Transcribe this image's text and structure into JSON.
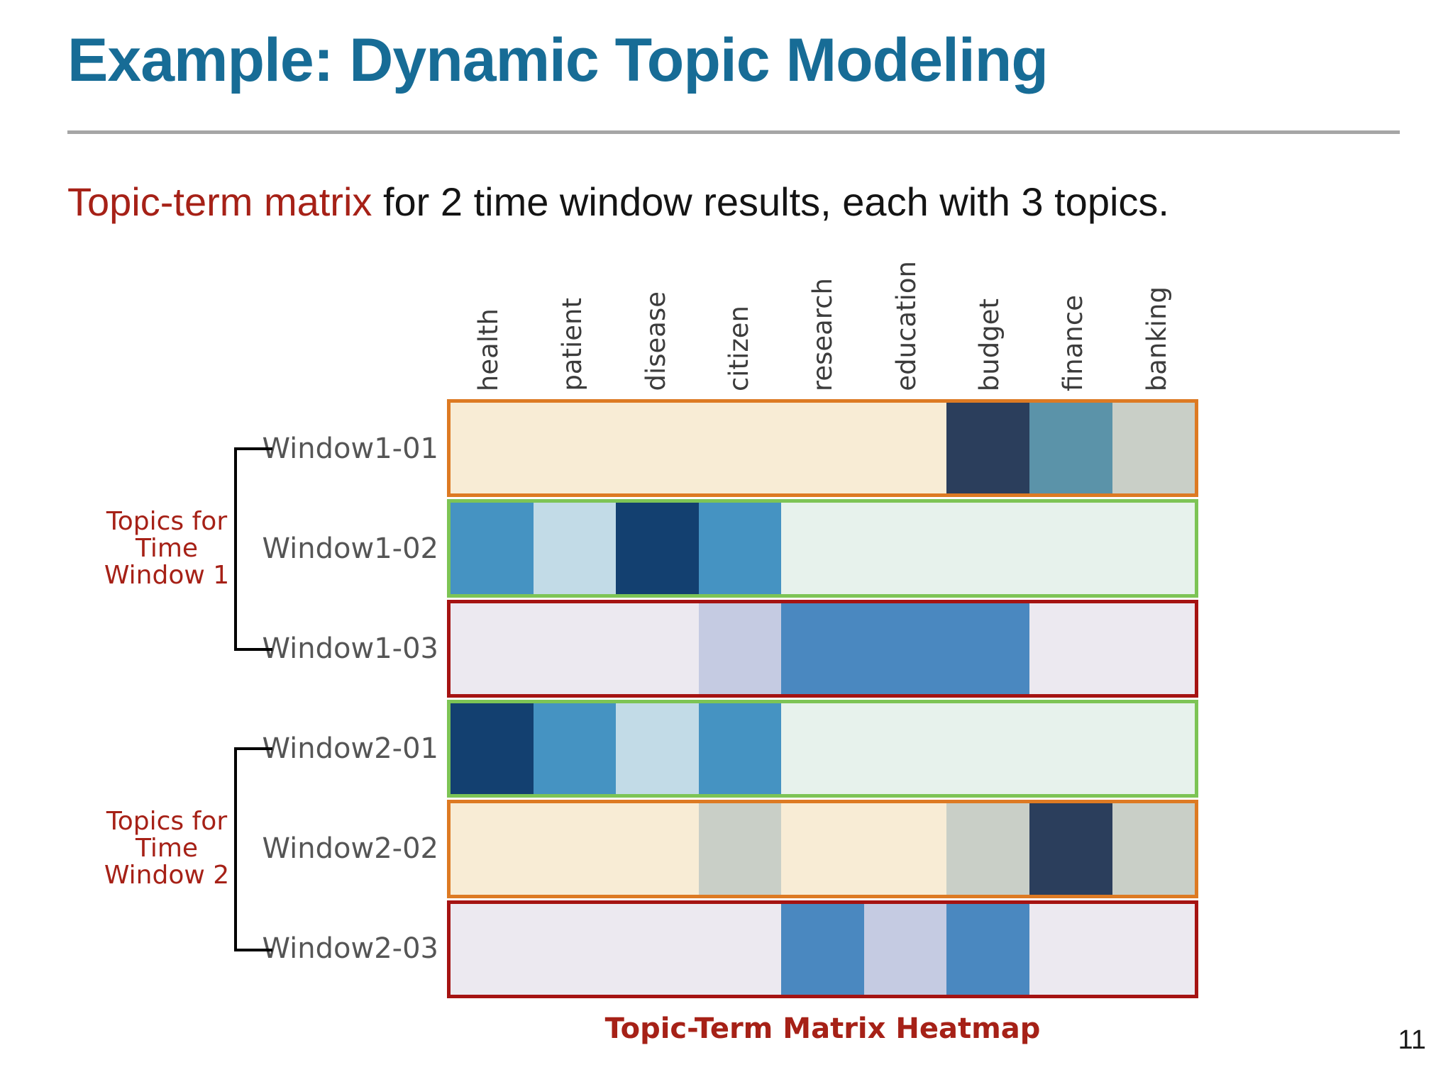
{
  "slide": {
    "title": "Example: Dynamic Topic Modeling",
    "subtitle_highlight": "Topic-term matrix",
    "subtitle_rest": " for 2 time window results, each with 3 topics.",
    "caption": "Topic-Term Matrix Heatmap",
    "page_number": "11"
  },
  "colors": {
    "title": "#176C96",
    "red_text": "#A62117",
    "row_label": "#555555",
    "column_label": "#3C3C3C",
    "bracket": "#000000",
    "border_orange": "#DD7A23",
    "border_green": "#7DC455",
    "border_dark_red": "#A51312"
  },
  "groups": [
    {
      "label_lines": [
        "Topics for",
        "Time",
        "Window 1"
      ],
      "rows": [
        "Window1-01",
        "Window1-02",
        "Window1-03"
      ]
    },
    {
      "label_lines": [
        "Topics for",
        "Time",
        "Window 2"
      ],
      "rows": [
        "Window2-01",
        "Window2-02",
        "Window2-03"
      ]
    }
  ],
  "chart_data": {
    "type": "heatmap",
    "title": "Topic-Term Matrix Heatmap",
    "columns": [
      "health",
      "patient",
      "disease",
      "citizen",
      "research",
      "education",
      "budget",
      "finance",
      "banking"
    ],
    "rows": [
      "Window1-01",
      "Window1-02",
      "Window1-03",
      "Window2-01",
      "Window2-02",
      "Window2-03"
    ],
    "values_shown": false,
    "legend": "none",
    "palette": {
      "cream": "#F8ECD5",
      "navy": "#2B3E5C",
      "steel": "#5B93A9",
      "gray": "#C9CFC7",
      "blue": "#4593C2",
      "lightblue": "#C2DBE7",
      "deepnavy": "#134070",
      "mint": "#E7F2EC",
      "lavender": "#ECE9F0",
      "periwinkle": "#C5CBE2",
      "medblue": "#4A88C0"
    },
    "row_border_colors": [
      "#DD7A23",
      "#7DC455",
      "#A51312",
      "#7DC455",
      "#DD7A23",
      "#A51312"
    ],
    "cells": [
      [
        "cream",
        "cream",
        "cream",
        "cream",
        "cream",
        "cream",
        "navy",
        "steel",
        "gray"
      ],
      [
        "blue",
        "lightblue",
        "deepnavy",
        "blue",
        "mint",
        "mint",
        "mint",
        "mint",
        "mint"
      ],
      [
        "lavender",
        "lavender",
        "lavender",
        "periwinkle",
        "medblue",
        "medblue",
        "medblue",
        "lavender",
        "lavender"
      ],
      [
        "deepnavy",
        "blue",
        "lightblue",
        "blue",
        "mint",
        "mint",
        "mint",
        "mint",
        "mint"
      ],
      [
        "cream",
        "cream",
        "cream",
        "gray",
        "cream",
        "cream",
        "gray",
        "navy",
        "gray"
      ],
      [
        "lavender",
        "lavender",
        "lavender",
        "lavender",
        "medblue",
        "periwinkle",
        "medblue",
        "lavender",
        "lavender"
      ]
    ]
  }
}
